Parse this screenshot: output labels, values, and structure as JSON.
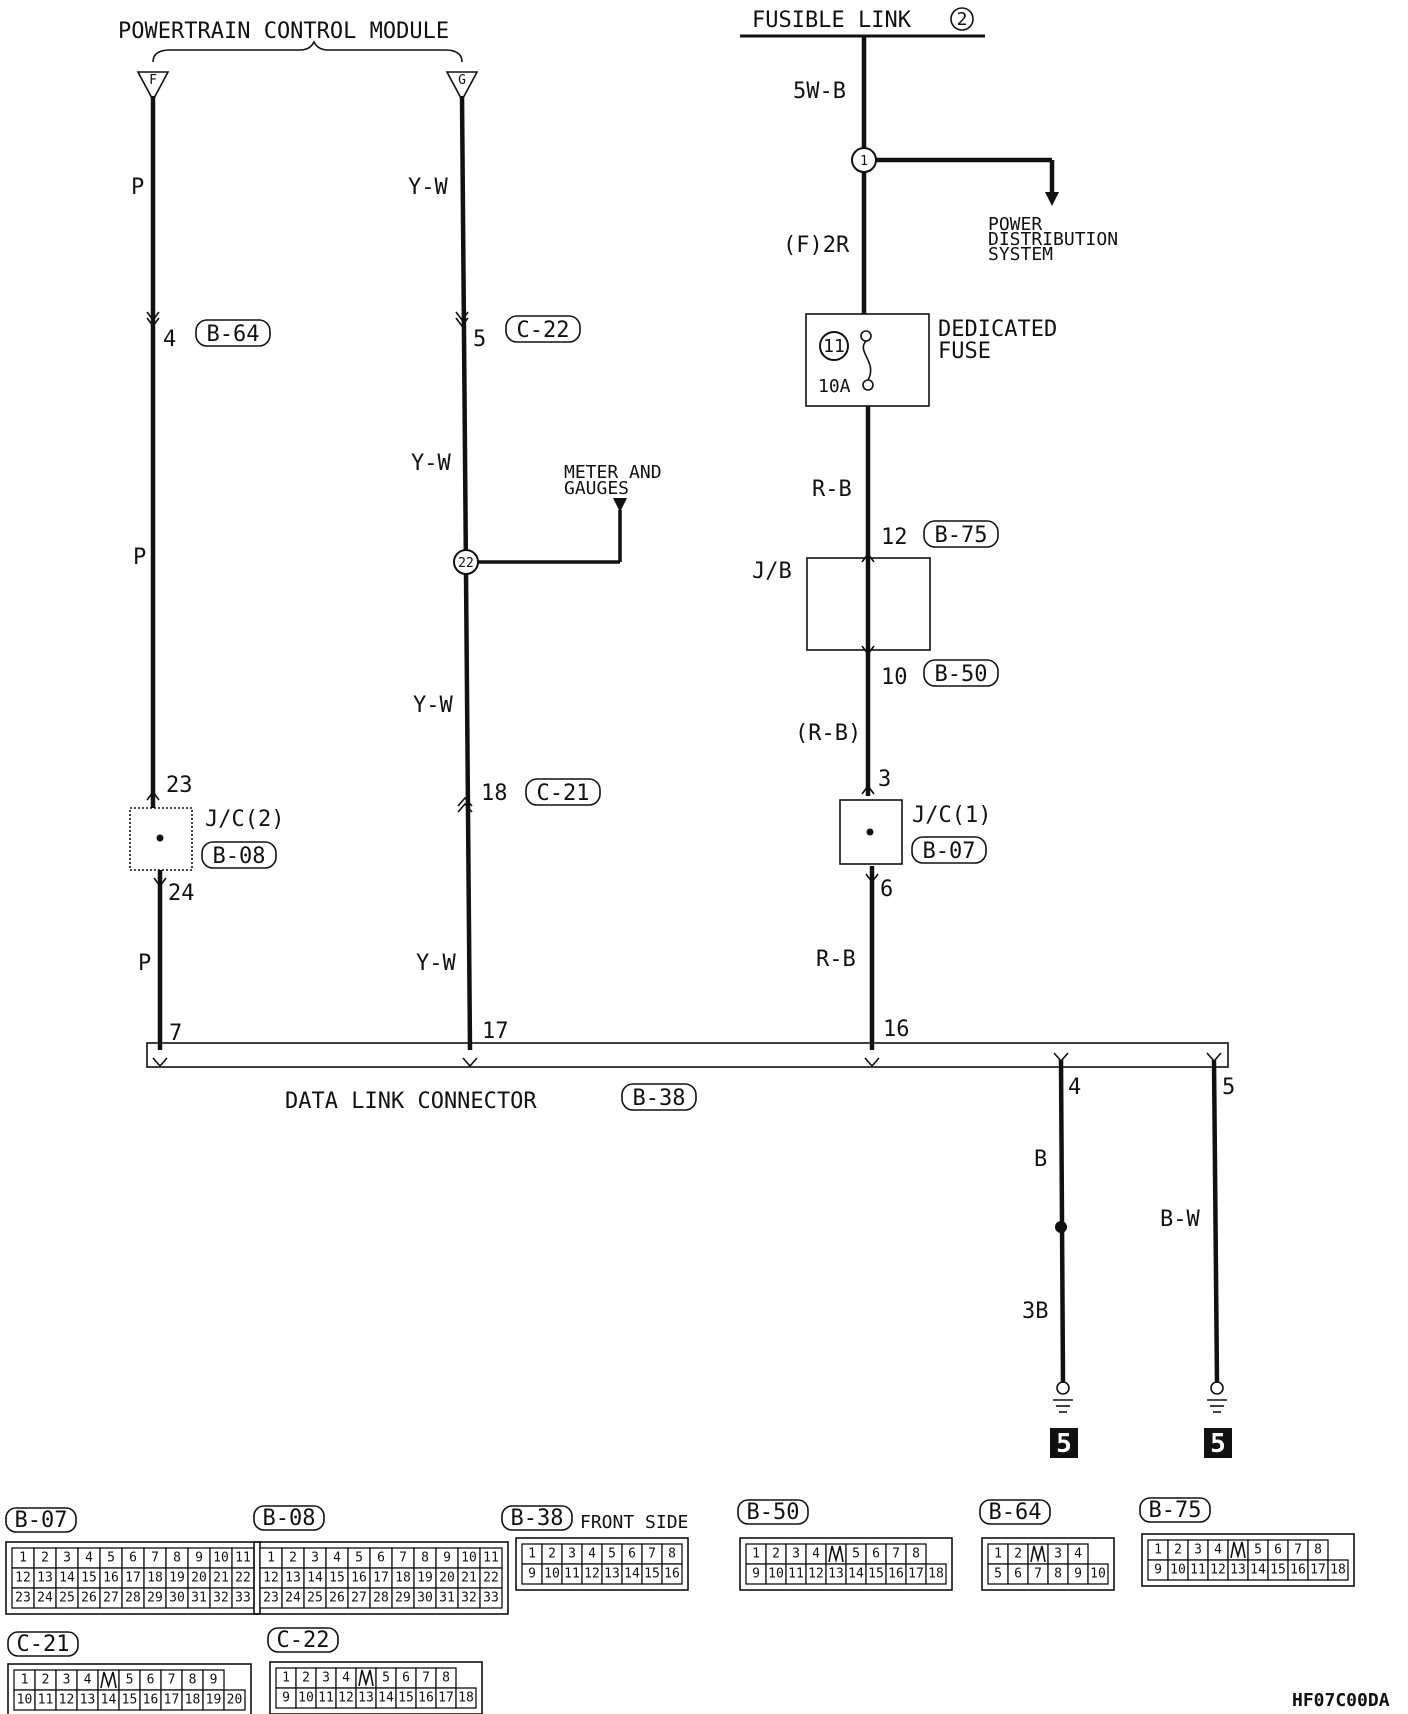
{
  "header": {
    "pcm_title": "POWERTRAIN CONTROL MODULE",
    "fusible_link": "FUSIBLE LINK",
    "fusible_link_no": "2"
  },
  "pcm_terminals": {
    "f": "F",
    "g": "G"
  },
  "wires": {
    "p1": "P",
    "p2": "P",
    "p3": "P",
    "yw1": "Y-W",
    "yw2": "Y-W",
    "yw3": "Y-W",
    "yw4": "Y-W",
    "w5wb": "5W-B",
    "f2r": "(F)2R",
    "rb1": "R-B",
    "rb2": "(R-B)",
    "rb3": "R-B",
    "b": "B",
    "b3": "3B",
    "bw": "B-W"
  },
  "pins": {
    "p4": "4",
    "p5": "5",
    "p23": "23",
    "p24": "24",
    "p18": "18",
    "p12": "12",
    "p10": "10",
    "p3": "3",
    "p6": "6",
    "p7": "7",
    "p17": "17",
    "p16": "16",
    "p4b": "4",
    "p5b": "5"
  },
  "splices": {
    "s1": "1",
    "s22": "22"
  },
  "refs": {
    "b64": "B-64",
    "c22": "C-22",
    "b75": "B-75",
    "b50": "B-50",
    "c21": "C-21",
    "b08": "B-08",
    "b07": "B-07",
    "b38": "B-38"
  },
  "components": {
    "power_dist_1": "POWER",
    "power_dist_2": "DISTRIBUTION",
    "power_dist_3": "SYSTEM",
    "ded_fuse_1": "DEDICATED",
    "ded_fuse_2": "FUSE",
    "fuse_no": "11",
    "fuse_amp": "10A",
    "meter_1": "METER AND",
    "meter_2": "GAUGES",
    "jb": "J/B",
    "jc2": "J/C(2)",
    "jc1": "J/C(1)",
    "dlc": "DATA LINK CONNECTOR",
    "ground": "5"
  },
  "connector_views": [
    {
      "id": "B-07",
      "rows": [
        [
          "1",
          "2",
          "3",
          "4",
          "5",
          "6",
          "7",
          "8",
          "9",
          "10",
          "11"
        ],
        [
          "12",
          "13",
          "14",
          "15",
          "16",
          "17",
          "18",
          "19",
          "20",
          "21",
          "22"
        ],
        [
          "23",
          "24",
          "25",
          "26",
          "27",
          "28",
          "29",
          "30",
          "31",
          "32",
          "33"
        ]
      ]
    },
    {
      "id": "B-08",
      "rows": [
        [
          "1",
          "2",
          "3",
          "4",
          "5",
          "6",
          "7",
          "8",
          "9",
          "10",
          "11"
        ],
        [
          "12",
          "13",
          "14",
          "15",
          "16",
          "17",
          "18",
          "19",
          "20",
          "21",
          "22"
        ],
        [
          "23",
          "24",
          "25",
          "26",
          "27",
          "28",
          "29",
          "30",
          "31",
          "32",
          "33"
        ]
      ]
    },
    {
      "id": "B-38",
      "note": "FRONT SIDE",
      "rows": [
        [
          "1",
          "2",
          "3",
          "4",
          "5",
          "6",
          "7",
          "8"
        ],
        [
          "9",
          "10",
          "11",
          "12",
          "13",
          "14",
          "15",
          "16"
        ]
      ]
    },
    {
      "id": "B-50",
      "rows": [
        [
          "1",
          "2",
          "3",
          "4",
          "",
          "5",
          "6",
          "7",
          "8"
        ],
        [
          "9",
          "10",
          "11",
          "12",
          "13",
          "14",
          "15",
          "16",
          "17",
          "18"
        ]
      ]
    },
    {
      "id": "B-64",
      "rows": [
        [
          "1",
          "2",
          "",
          "3",
          "4"
        ],
        [
          "5",
          "6",
          "7",
          "8",
          "9",
          "10"
        ]
      ]
    },
    {
      "id": "B-75",
      "rows": [
        [
          "1",
          "2",
          "3",
          "4",
          "",
          "5",
          "6",
          "7",
          "8"
        ],
        [
          "9",
          "10",
          "11",
          "12",
          "13",
          "14",
          "15",
          "16",
          "17",
          "18"
        ]
      ]
    },
    {
      "id": "C-21",
      "rows": [
        [
          "1",
          "2",
          "3",
          "4",
          "",
          "5",
          "6",
          "7",
          "8",
          "9"
        ],
        [
          "10",
          "11",
          "12",
          "13",
          "14",
          "15",
          "16",
          "17",
          "18",
          "19",
          "20"
        ]
      ]
    },
    {
      "id": "C-22",
      "rows": [
        [
          "1",
          "2",
          "3",
          "4",
          "",
          "5",
          "6",
          "7",
          "8"
        ],
        [
          "9",
          "10",
          "11",
          "12",
          "13",
          "14",
          "15",
          "16",
          "17",
          "18"
        ]
      ]
    }
  ],
  "footer": {
    "code": "HF07C00DA"
  }
}
